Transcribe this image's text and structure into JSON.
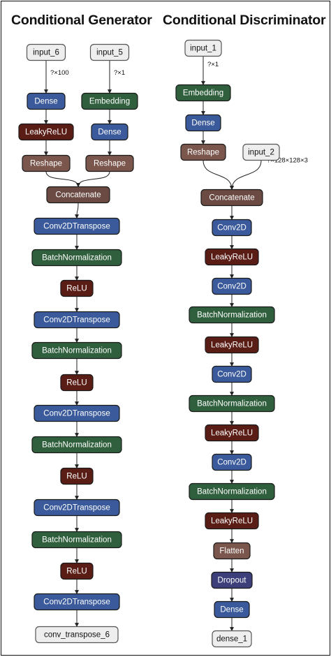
{
  "titles": {
    "generator": "Conditional Generator",
    "discriminator": "Conditional Discriminator"
  },
  "colors": {
    "input": "#eeeeee",
    "dense": "#3a5a9b",
    "embedding": "#2f5f3c",
    "leaky": "#5a1d16",
    "reshape": "#7a564c",
    "concat": "#6a4a42",
    "conv": "#3a5a9b",
    "batchnorm": "#2f5f3c",
    "relu": "#5a1d16",
    "flatten": "#7a564c",
    "dropout": "#3c3f7a",
    "output": "#eeeeee"
  },
  "generator": {
    "nodes": [
      {
        "id": "g_in6",
        "label": "input_6",
        "kind": "input"
      },
      {
        "id": "g_in5",
        "label": "input_5",
        "kind": "input"
      },
      {
        "id": "g_dense1",
        "label": "Dense",
        "kind": "dense"
      },
      {
        "id": "g_emb",
        "label": "Embedding",
        "kind": "embedding"
      },
      {
        "id": "g_leaky",
        "label": "LeakyReLU",
        "kind": "leaky"
      },
      {
        "id": "g_dense2",
        "label": "Dense",
        "kind": "dense"
      },
      {
        "id": "g_reshape1",
        "label": "Reshape",
        "kind": "reshape"
      },
      {
        "id": "g_reshape2",
        "label": "Reshape",
        "kind": "reshape"
      },
      {
        "id": "g_concat",
        "label": "Concatenate",
        "kind": "concat"
      },
      {
        "id": "g_ct1",
        "label": "Conv2DTranspose",
        "kind": "conv"
      },
      {
        "id": "g_bn1",
        "label": "BatchNormalization",
        "kind": "batchnorm"
      },
      {
        "id": "g_relu1",
        "label": "ReLU",
        "kind": "relu"
      },
      {
        "id": "g_ct2",
        "label": "Conv2DTranspose",
        "kind": "conv"
      },
      {
        "id": "g_bn2",
        "label": "BatchNormalization",
        "kind": "batchnorm"
      },
      {
        "id": "g_relu2",
        "label": "ReLU",
        "kind": "relu"
      },
      {
        "id": "g_ct3",
        "label": "Conv2DTranspose",
        "kind": "conv"
      },
      {
        "id": "g_bn3",
        "label": "BatchNormalization",
        "kind": "batchnorm"
      },
      {
        "id": "g_relu3",
        "label": "ReLU",
        "kind": "relu"
      },
      {
        "id": "g_ct4",
        "label": "Conv2DTranspose",
        "kind": "conv"
      },
      {
        "id": "g_bn4",
        "label": "BatchNormalization",
        "kind": "batchnorm"
      },
      {
        "id": "g_relu4",
        "label": "ReLU",
        "kind": "relu"
      },
      {
        "id": "g_ct5",
        "label": "Conv2DTranspose",
        "kind": "conv"
      },
      {
        "id": "g_out",
        "label": "conv_transpose_6",
        "kind": "output"
      }
    ],
    "edges": [
      {
        "from": "g_in6",
        "to": "g_dense1",
        "label": "?×100"
      },
      {
        "from": "g_in5",
        "to": "g_emb",
        "label": "?×1"
      },
      {
        "from": "g_dense1",
        "to": "g_leaky"
      },
      {
        "from": "g_emb",
        "to": "g_dense2"
      },
      {
        "from": "g_leaky",
        "to": "g_reshape1"
      },
      {
        "from": "g_dense2",
        "to": "g_reshape2"
      },
      {
        "from": "g_reshape1",
        "to": "g_concat"
      },
      {
        "from": "g_reshape2",
        "to": "g_concat"
      },
      {
        "from": "g_concat",
        "to": "g_ct1"
      },
      {
        "from": "g_ct1",
        "to": "g_bn1"
      },
      {
        "from": "g_bn1",
        "to": "g_relu1"
      },
      {
        "from": "g_relu1",
        "to": "g_ct2"
      },
      {
        "from": "g_ct2",
        "to": "g_bn2"
      },
      {
        "from": "g_bn2",
        "to": "g_relu2"
      },
      {
        "from": "g_relu2",
        "to": "g_ct3"
      },
      {
        "from": "g_ct3",
        "to": "g_bn3"
      },
      {
        "from": "g_bn3",
        "to": "g_relu3"
      },
      {
        "from": "g_relu3",
        "to": "g_ct4"
      },
      {
        "from": "g_ct4",
        "to": "g_bn4"
      },
      {
        "from": "g_bn4",
        "to": "g_relu4"
      },
      {
        "from": "g_relu4",
        "to": "g_ct5"
      },
      {
        "from": "g_ct5",
        "to": "g_out"
      }
    ]
  },
  "discriminator": {
    "nodes": [
      {
        "id": "d_in1",
        "label": "input_1",
        "kind": "input"
      },
      {
        "id": "d_emb",
        "label": "Embedding",
        "kind": "embedding"
      },
      {
        "id": "d_dense1",
        "label": "Dense",
        "kind": "dense"
      },
      {
        "id": "d_reshape",
        "label": "Reshape",
        "kind": "reshape"
      },
      {
        "id": "d_in2",
        "label": "input_2",
        "kind": "input"
      },
      {
        "id": "d_concat",
        "label": "Concatenate",
        "kind": "concat"
      },
      {
        "id": "d_conv1",
        "label": "Conv2D",
        "kind": "conv"
      },
      {
        "id": "d_leaky1",
        "label": "LeakyReLU",
        "kind": "leaky"
      },
      {
        "id": "d_conv2",
        "label": "Conv2D",
        "kind": "conv"
      },
      {
        "id": "d_bn1",
        "label": "BatchNormalization",
        "kind": "batchnorm"
      },
      {
        "id": "d_leaky2",
        "label": "LeakyReLU",
        "kind": "leaky"
      },
      {
        "id": "d_conv3",
        "label": "Conv2D",
        "kind": "conv"
      },
      {
        "id": "d_bn2",
        "label": "BatchNormalization",
        "kind": "batchnorm"
      },
      {
        "id": "d_leaky3",
        "label": "LeakyReLU",
        "kind": "leaky"
      },
      {
        "id": "d_conv4",
        "label": "Conv2D",
        "kind": "conv"
      },
      {
        "id": "d_bn3",
        "label": "BatchNormalization",
        "kind": "batchnorm"
      },
      {
        "id": "d_leaky4",
        "label": "LeakyReLU",
        "kind": "leaky"
      },
      {
        "id": "d_flatten",
        "label": "Flatten",
        "kind": "flatten"
      },
      {
        "id": "d_dropout",
        "label": "Dropout",
        "kind": "dropout"
      },
      {
        "id": "d_dense2",
        "label": "Dense",
        "kind": "dense"
      },
      {
        "id": "d_out",
        "label": "dense_1",
        "kind": "output"
      }
    ],
    "edges": [
      {
        "from": "d_in1",
        "to": "d_emb",
        "label": "?×1"
      },
      {
        "from": "d_emb",
        "to": "d_dense1"
      },
      {
        "from": "d_dense1",
        "to": "d_reshape"
      },
      {
        "from": "d_reshape",
        "to": "d_concat"
      },
      {
        "from": "d_in2",
        "to": "d_concat",
        "label": "?×128×128×3"
      },
      {
        "from": "d_concat",
        "to": "d_conv1"
      },
      {
        "from": "d_conv1",
        "to": "d_leaky1"
      },
      {
        "from": "d_leaky1",
        "to": "d_conv2"
      },
      {
        "from": "d_conv2",
        "to": "d_bn1"
      },
      {
        "from": "d_bn1",
        "to": "d_leaky2"
      },
      {
        "from": "d_leaky2",
        "to": "d_conv3"
      },
      {
        "from": "d_conv3",
        "to": "d_bn2"
      },
      {
        "from": "d_bn2",
        "to": "d_leaky3"
      },
      {
        "from": "d_leaky3",
        "to": "d_conv4"
      },
      {
        "from": "d_conv4",
        "to": "d_bn3"
      },
      {
        "from": "d_bn3",
        "to": "d_leaky4"
      },
      {
        "from": "d_leaky4",
        "to": "d_flatten"
      },
      {
        "from": "d_flatten",
        "to": "d_dropout"
      },
      {
        "from": "d_dropout",
        "to": "d_dense2"
      },
      {
        "from": "d_dense2",
        "to": "d_out"
      }
    ]
  }
}
